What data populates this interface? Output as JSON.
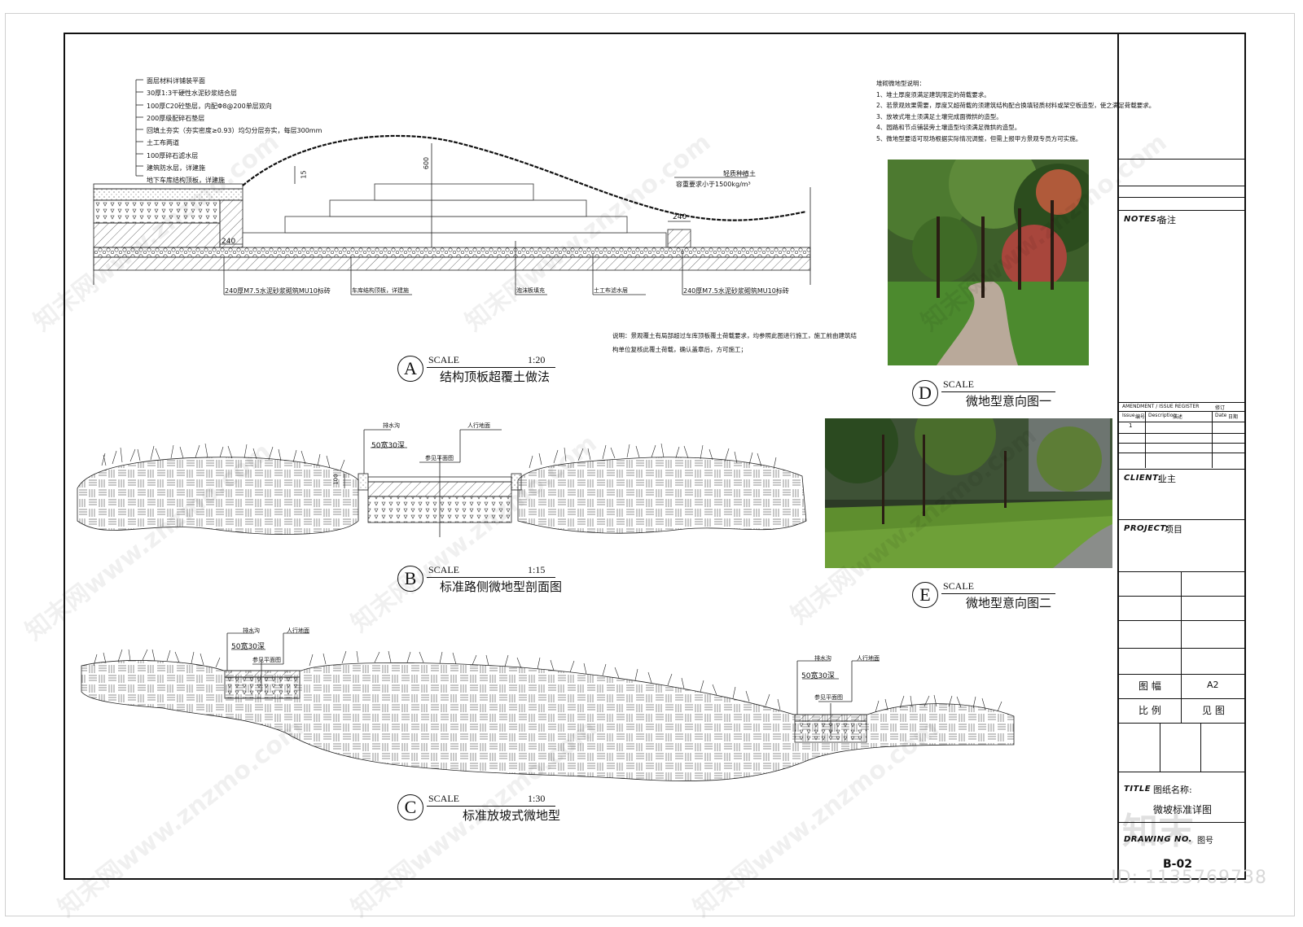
{
  "section_a": {
    "letter": "A",
    "scale_label": "SCALE",
    "ratio": "1:20",
    "title": "结构顶板超覆土做法",
    "layers": [
      "面层材料详铺装平面",
      "30厚1:3干硬性水泥砂浆结合层",
      "100厚C20砼垫层，内配Φ8@200单层双向",
      "200厚级配碎石垫层",
      "回填土夯实（夯实密度≥0.93）均匀分层夯实，每层300mm",
      "土工布两道",
      "100厚碎石滤水层",
      "建筑防水层，详建施",
      "地下车库结构顶板，详建施"
    ],
    "dim_600": "600",
    "dim_15": "15",
    "dim_240_a": "240",
    "dim_240_b": "240",
    "soil_label": "轻质种植土",
    "soil_density": "容重要求小于1500kg/m³",
    "bottom_labels": [
      "240厚M7.5水泥砂浆砌筑MU10标砖",
      "车库结构顶板，详建施",
      "泡沫板填充",
      "土工布滤水层",
      "240厚M7.5水泥砂浆砌筑MU10标砖"
    ],
    "note_line1": "说明：景观覆土有局部超过车库顶板覆土荷载要求，均参照此图进行施工，施工前由建筑结",
    "note_line2": "构单位复核此覆土荷载，确认盖章后，方可施工；"
  },
  "section_b": {
    "letter": "B",
    "scale_label": "SCALE",
    "ratio": "1:15",
    "title": "标准路侧微地型剖面图",
    "drain": "排水沟",
    "drain_size": "50宽30深",
    "walk": "人行地面",
    "ref": "参见平面图",
    "dim": "100"
  },
  "section_c": {
    "letter": "C",
    "scale_label": "SCALE",
    "ratio": "1:30",
    "title": "标准放坡式微地型",
    "drain": "排水沟",
    "drain_size": "50宽30深",
    "walk": "人行地面",
    "ref": "参见平面图"
  },
  "section_d": {
    "letter": "D",
    "scale_label": "SCALE",
    "title": "微地型意向图一"
  },
  "section_e": {
    "letter": "E",
    "scale_label": "SCALE",
    "title": "微地型意向图二"
  },
  "notes": {
    "heading": "堆砌微地型说明：",
    "items": [
      "1、堆土厚度须满足建筑限定的荷载要求。",
      "2、若景观效果需要，厚度又超荷载的须建筑结构配合换填轻质材料或架空板造型，使之满足荷载要求。",
      "3、放坡式堆土须满足土壤完成面微拱的造型。",
      "4、园路和节点铺装旁土壤造型均须满足微拱的造型。",
      "5、微地型要适可现场根据实际情况调整，但需上报甲方景观专员方可实施。"
    ]
  },
  "title_block": {
    "notes_label": "NOTES:",
    "notes_cn": "备注",
    "amend_label": "AMENDMENT / ISSUE REGISTER",
    "amend_cn": "修订",
    "issue": "Issue",
    "issue_cn": "编号",
    "desc": "Description",
    "desc_cn": "描述",
    "date": "Date",
    "date_cn": "日期",
    "issue_no": "1",
    "client_label": "CLIENT:",
    "client_cn": "业主",
    "project_label": "PROJECT:",
    "project_cn": "项目",
    "sheet_label": "图 幅",
    "sheet_value": "A2",
    "scale_label": "比 例",
    "scale_value": "见 图",
    "title_label": "TITLE",
    "title_cn": "图纸名称:",
    "title_value": "微坡标准详图",
    "drawing_label": "DRAWING NO.",
    "drawing_cn": "图号",
    "drawing_no": "B-02"
  },
  "watermark": {
    "text": "知末网www.znzmo.com",
    "brand": "知末",
    "id": "ID: 1135769738"
  }
}
